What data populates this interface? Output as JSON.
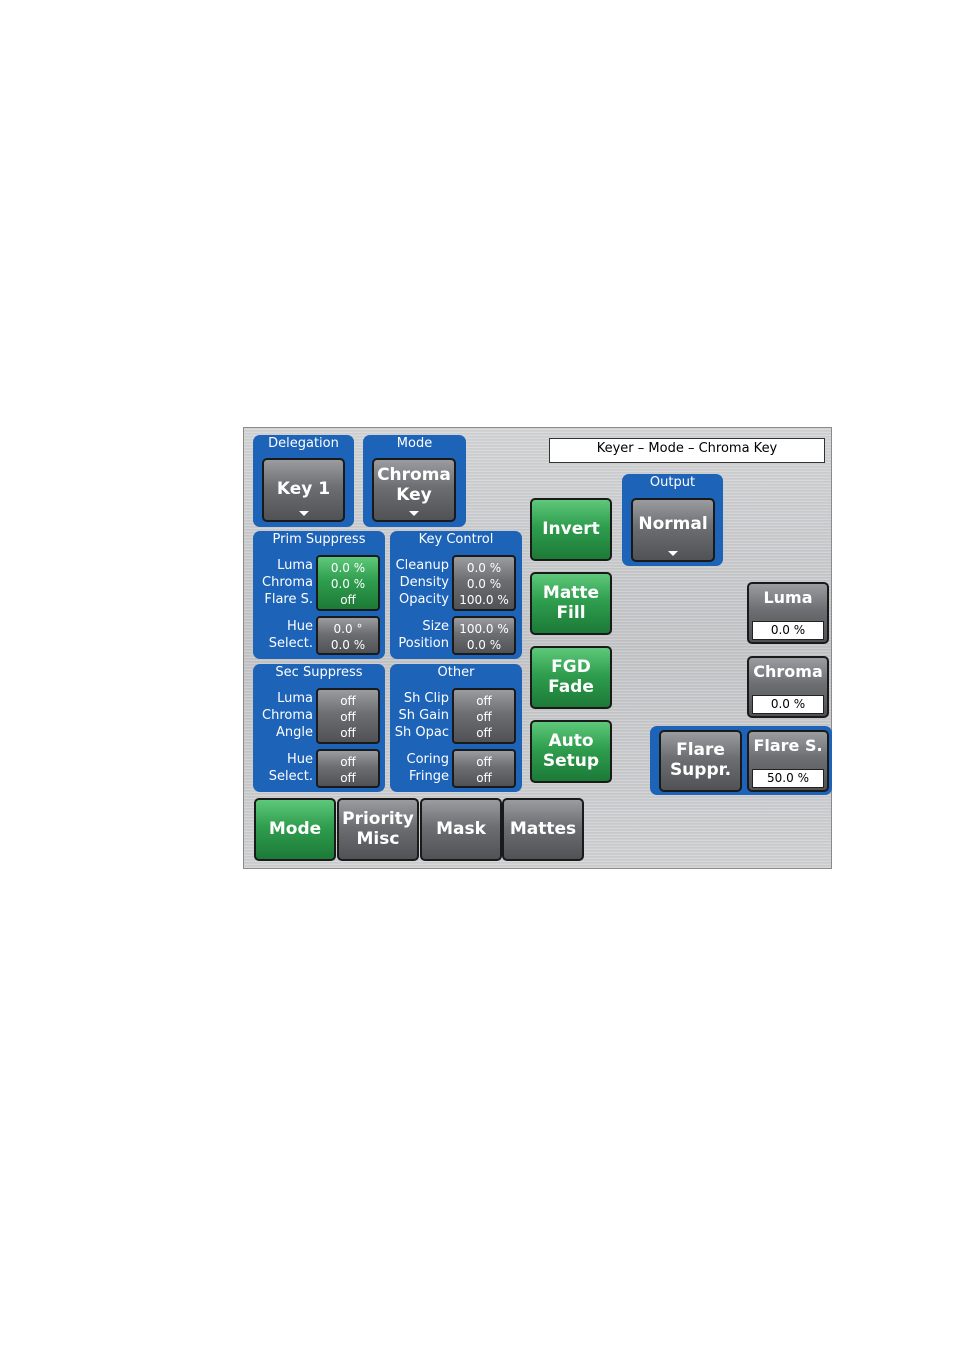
{
  "status_title": "Keyer – Mode – Chroma Key",
  "delegation": {
    "title": "Delegation",
    "button": "Key 1"
  },
  "mode": {
    "title": "Mode",
    "button_line1": "Chroma",
    "button_line2": "Key"
  },
  "output": {
    "title": "Output",
    "button": "Normal"
  },
  "prim_suppress": {
    "title": "Prim Suppress",
    "labels": [
      "Luma",
      "Chroma",
      "Flare S."
    ],
    "values": [
      "0.0 %",
      "0.0 %",
      "off"
    ],
    "hue_labels": [
      "Hue",
      "Select."
    ],
    "hue_values": [
      "0.0 °",
      "0.0 %"
    ]
  },
  "key_control": {
    "title": "Key Control",
    "labels": [
      "Cleanup",
      "Density",
      "Opacity"
    ],
    "values": [
      "0.0 %",
      "0.0 %",
      "100.0 %"
    ],
    "size_labels": [
      "Size",
      "Position"
    ],
    "size_values": [
      "100.0 %",
      "0.0 %"
    ]
  },
  "sec_suppress": {
    "title": "Sec Suppress",
    "labels": [
      "Luma",
      "Chroma",
      "Angle"
    ],
    "values": [
      "off",
      "off",
      "off"
    ],
    "hue_labels": [
      "Hue",
      "Select."
    ],
    "hue_values": [
      "off",
      "off"
    ]
  },
  "other": {
    "title": "Other",
    "labels": [
      "Sh Clip",
      "Sh Gain",
      "Sh Opac"
    ],
    "values": [
      "off",
      "off",
      "off"
    ],
    "coring_labels": [
      "Coring",
      "Fringe"
    ],
    "coring_values": [
      "off",
      "off"
    ]
  },
  "actions": {
    "invert": "Invert",
    "matte_fill": [
      "Matte",
      "Fill"
    ],
    "fgd_fade": [
      "FGD",
      "Fade"
    ],
    "auto_setup": [
      "Auto",
      "Setup"
    ]
  },
  "right": {
    "luma_label": "Luma",
    "luma_value": "0.0 %",
    "chroma_label": "Chroma",
    "chroma_value": "0.0 %",
    "flare_suppr": [
      "Flare",
      "Suppr."
    ],
    "flare_s_label": "Flare S.",
    "flare_s_value": "50.0 %"
  },
  "tabs": {
    "mode": "Mode",
    "priority_misc": [
      "Priority",
      "Misc"
    ],
    "mask": "Mask",
    "mattes": "Mattes"
  }
}
